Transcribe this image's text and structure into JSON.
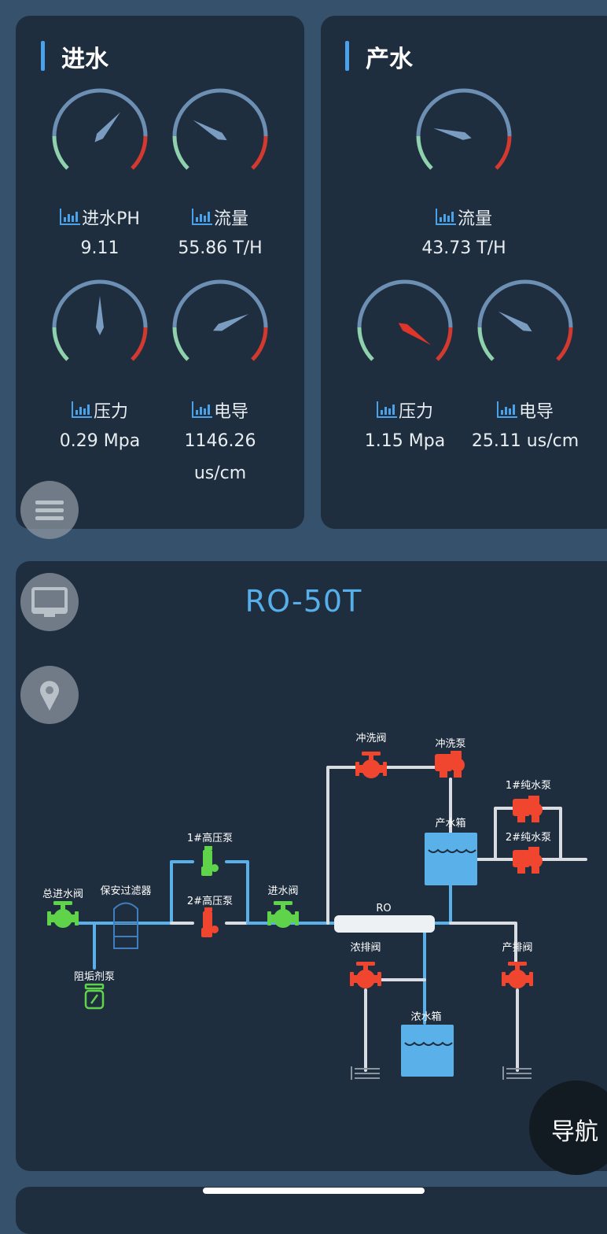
{
  "inlet": {
    "title": "进水",
    "gauges": [
      {
        "label": "进水PH",
        "value": "9.11",
        "fraction": 0.65,
        "alarm": false
      },
      {
        "label": "流量",
        "value": "55.86 T/H",
        "fraction": 0.28,
        "alarm": false
      },
      {
        "label": "压力",
        "value": "0.29 Mpa",
        "fraction": 0.5,
        "alarm": false
      },
      {
        "label": "电导",
        "value": "1146.26 us/cm",
        "fraction": 0.74,
        "alarm": false
      }
    ]
  },
  "product": {
    "title": "产水",
    "gauges": [
      {
        "label": "流量",
        "value": "43.73 T/H",
        "fraction": 0.22,
        "alarm": false
      },
      {
        "label": "压力",
        "value": "1.15 Mpa",
        "fraction": 0.96,
        "alarm": true
      },
      {
        "label": "电导",
        "value": "25.11 us/cm",
        "fraction": 0.28,
        "alarm": false
      }
    ]
  },
  "process": {
    "title": "RO-50T",
    "labels": {
      "main_inlet_valve": "总进水阀",
      "security_filter": "保安过滤器",
      "antiscalant_pump": "阻垢剂泵",
      "hp_pump_1": "1#高压泵",
      "hp_pump_2": "2#高压泵",
      "inlet_valve": "进水阀",
      "ro": "RO",
      "flush_valve": "冲洗阀",
      "flush_pump": "冲洗泵",
      "product_tank": "产水箱",
      "pure_pump_1": "1#纯水泵",
      "pure_pump_2": "2#纯水泵",
      "concentrate_drain_valve": "浓排阀",
      "concentrate_tank": "浓水箱",
      "product_drain_valve": "产排阀"
    }
  },
  "nav": {
    "label": "导航"
  },
  "icons": [
    "menu-icon",
    "monitor-icon",
    "location-pin-icon",
    "bar-chart-icon"
  ],
  "colors": {
    "running": "#5fd34a",
    "stopped": "#f0452f",
    "water_pipe": "#5ab1ea",
    "idle_pipe": "#d9dde2",
    "accent": "#4aa3ea",
    "gauge_low": "#8fd1ad",
    "gauge_mid": "#6c8fb3",
    "gauge_high": "#d23a30"
  }
}
